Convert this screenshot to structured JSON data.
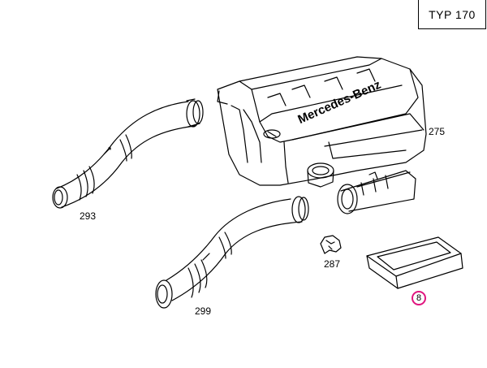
{
  "header": {
    "type_label": "TYP 170"
  },
  "brand": {
    "engraving": "Mercedes-Benz"
  },
  "callouts": {
    "c293": "293",
    "c275": "275",
    "c287": "287",
    "c299": "299",
    "c8": "8"
  },
  "colors": {
    "line": "#000000",
    "highlight": "#e0157f",
    "background": "#ffffff"
  }
}
